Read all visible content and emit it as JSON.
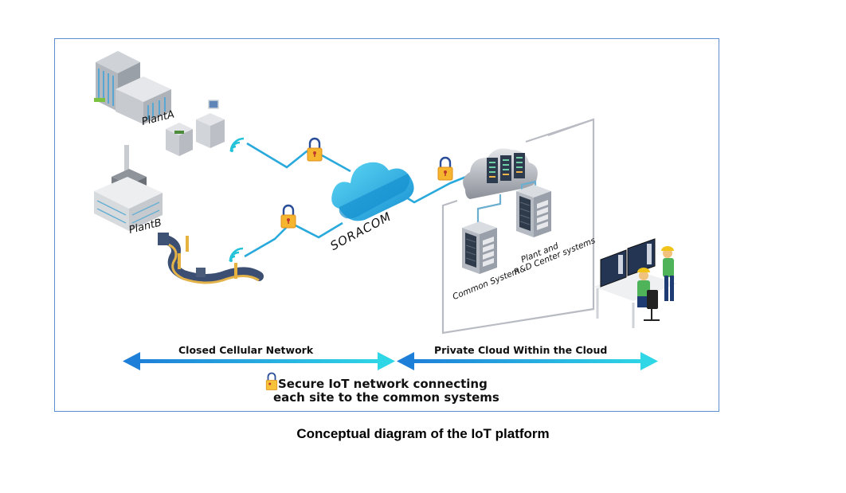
{
  "diagram": {
    "sites": [
      {
        "label": "PlantA"
      },
      {
        "label": "PlantB"
      }
    ],
    "carrier_cloud": {
      "label": "SORACOM"
    },
    "private_cloud": {
      "systems": [
        {
          "label": "Common System"
        },
        {
          "label_line1": "Plant and",
          "label_line2": "R&D Center systems"
        }
      ]
    },
    "ranges": [
      {
        "label": "Closed Cellular Network"
      },
      {
        "label": "Private Cloud Within the Cloud"
      }
    ],
    "secure_note": {
      "line1": "Secure IoT network connecting",
      "line2": "each site to the common systems"
    },
    "colors": {
      "frame": "#5b8fd0",
      "link": "#29a9dc",
      "cloud": "#1fb4e6",
      "lock": "#f5b52e",
      "arrow_start": "#1e7fd8",
      "arrow_end": "#2fd6e6"
    }
  },
  "caption": "Conceptual diagram of the IoT platform"
}
